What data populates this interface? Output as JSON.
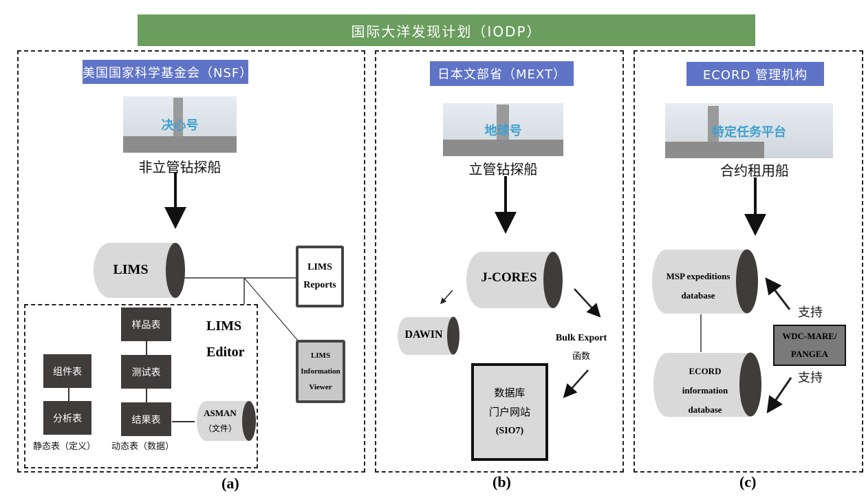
{
  "title": "国际大洋发现计划（IODP）",
  "colors": {
    "banner": "#6b9d5f",
    "org": "#5f74c7",
    "ship_name": "#3fa0cf",
    "dark_box": "#403c3c",
    "cylinder": "#d9d9d9",
    "cylinder_end": "#403c3c"
  },
  "panels": [
    {
      "caption": "(a)",
      "org": "美国国家科学基金会（NSF）",
      "ship_name": "决心号",
      "ship_type": "非立管钻探船",
      "lims": "LIMS",
      "lims_reports": [
        "LIMS",
        "Reports"
      ],
      "lims_viewer": [
        "LIMS",
        "Information",
        "Viewer"
      ],
      "editor_title": [
        "LIMS",
        "Editor"
      ],
      "tables": {
        "component": "组件表",
        "analysis": "分析表",
        "sample": "样品表",
        "test": "测试表",
        "result": "结果表"
      },
      "asman": [
        "ASMAN",
        "（文件）"
      ],
      "static_label": "静态表（定义）",
      "dynamic_label": "动态表（数据）"
    },
    {
      "caption": "(b)",
      "org": "日本文部省（MEXT）",
      "ship_name": "地球号",
      "ship_type": "立管钻探船",
      "jcores": "J-CORES",
      "dawin": "DAWIN",
      "bulk_export": [
        "Bulk Export",
        "函数"
      ],
      "portal": [
        "数据库",
        "门户网站",
        "(SIO7)"
      ]
    },
    {
      "caption": "(c)",
      "org": "ECORD 管理机构",
      "ship_name": "特定任务平台",
      "ship_type": "合约租用船",
      "msp_db": [
        "MSP expeditions",
        "database"
      ],
      "ecord_db": [
        "ECORD",
        "information",
        "database"
      ],
      "wdc": [
        "WDC-MARE/",
        "PANGEA"
      ],
      "support_top": "支持",
      "support_bottom": "支持"
    }
  ]
}
